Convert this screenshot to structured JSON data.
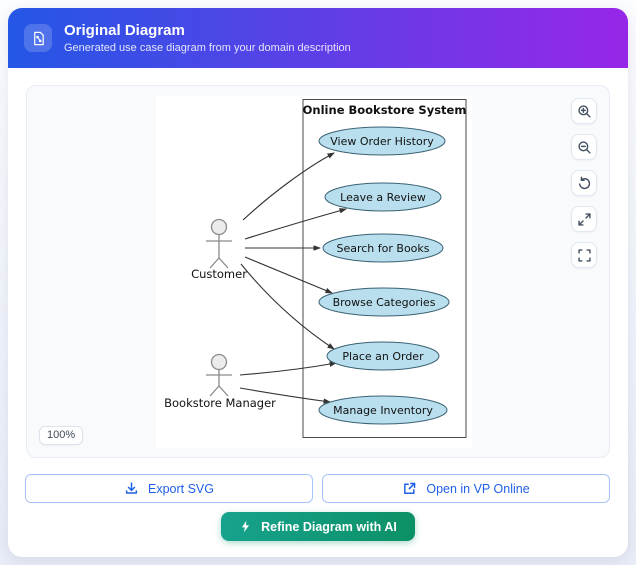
{
  "header": {
    "title": "Original Diagram",
    "subtitle": "Generated use case diagram from your domain description",
    "icon": "diagram-file-icon",
    "gradient_from": "#2457e6",
    "gradient_to": "#9727e8"
  },
  "viewer": {
    "zoom_level": "100%",
    "controls": [
      {
        "name": "Zoom in",
        "icon": "zoom-in-icon"
      },
      {
        "name": "Zoom out",
        "icon": "zoom-out-icon"
      },
      {
        "name": "Reset view",
        "icon": "reset-icon"
      },
      {
        "name": "Expand",
        "icon": "expand-icon"
      },
      {
        "name": "Fit to screen",
        "icon": "fit-screen-icon"
      }
    ]
  },
  "diagram": {
    "type": "use-case",
    "system_title": "Online Bookstore System",
    "actors": [
      {
        "name": "Customer"
      },
      {
        "name": "Bookstore Manager"
      }
    ],
    "use_cases": [
      "View Order History",
      "Leave a Review",
      "Search for Books",
      "Browse Categories",
      "Place an Order",
      "Manage Inventory"
    ],
    "associations": [
      {
        "from": "Customer",
        "to": "View Order History"
      },
      {
        "from": "Customer",
        "to": "Leave a Review"
      },
      {
        "from": "Customer",
        "to": "Search for Books"
      },
      {
        "from": "Customer",
        "to": "Browse Categories"
      },
      {
        "from": "Customer",
        "to": "Place an Order"
      },
      {
        "from": "Bookstore Manager",
        "to": "Place an Order"
      },
      {
        "from": "Bookstore Manager",
        "to": "Manage Inventory"
      }
    ],
    "colors": {
      "usecase_fill": "#b9dfee",
      "usecase_stroke": "#3b6273",
      "line": "#333333"
    }
  },
  "footer": {
    "export_svg_label": "Export SVG",
    "open_vp_label": "Open in VP Online",
    "refine_label": "Refine Diagram with AI"
  }
}
